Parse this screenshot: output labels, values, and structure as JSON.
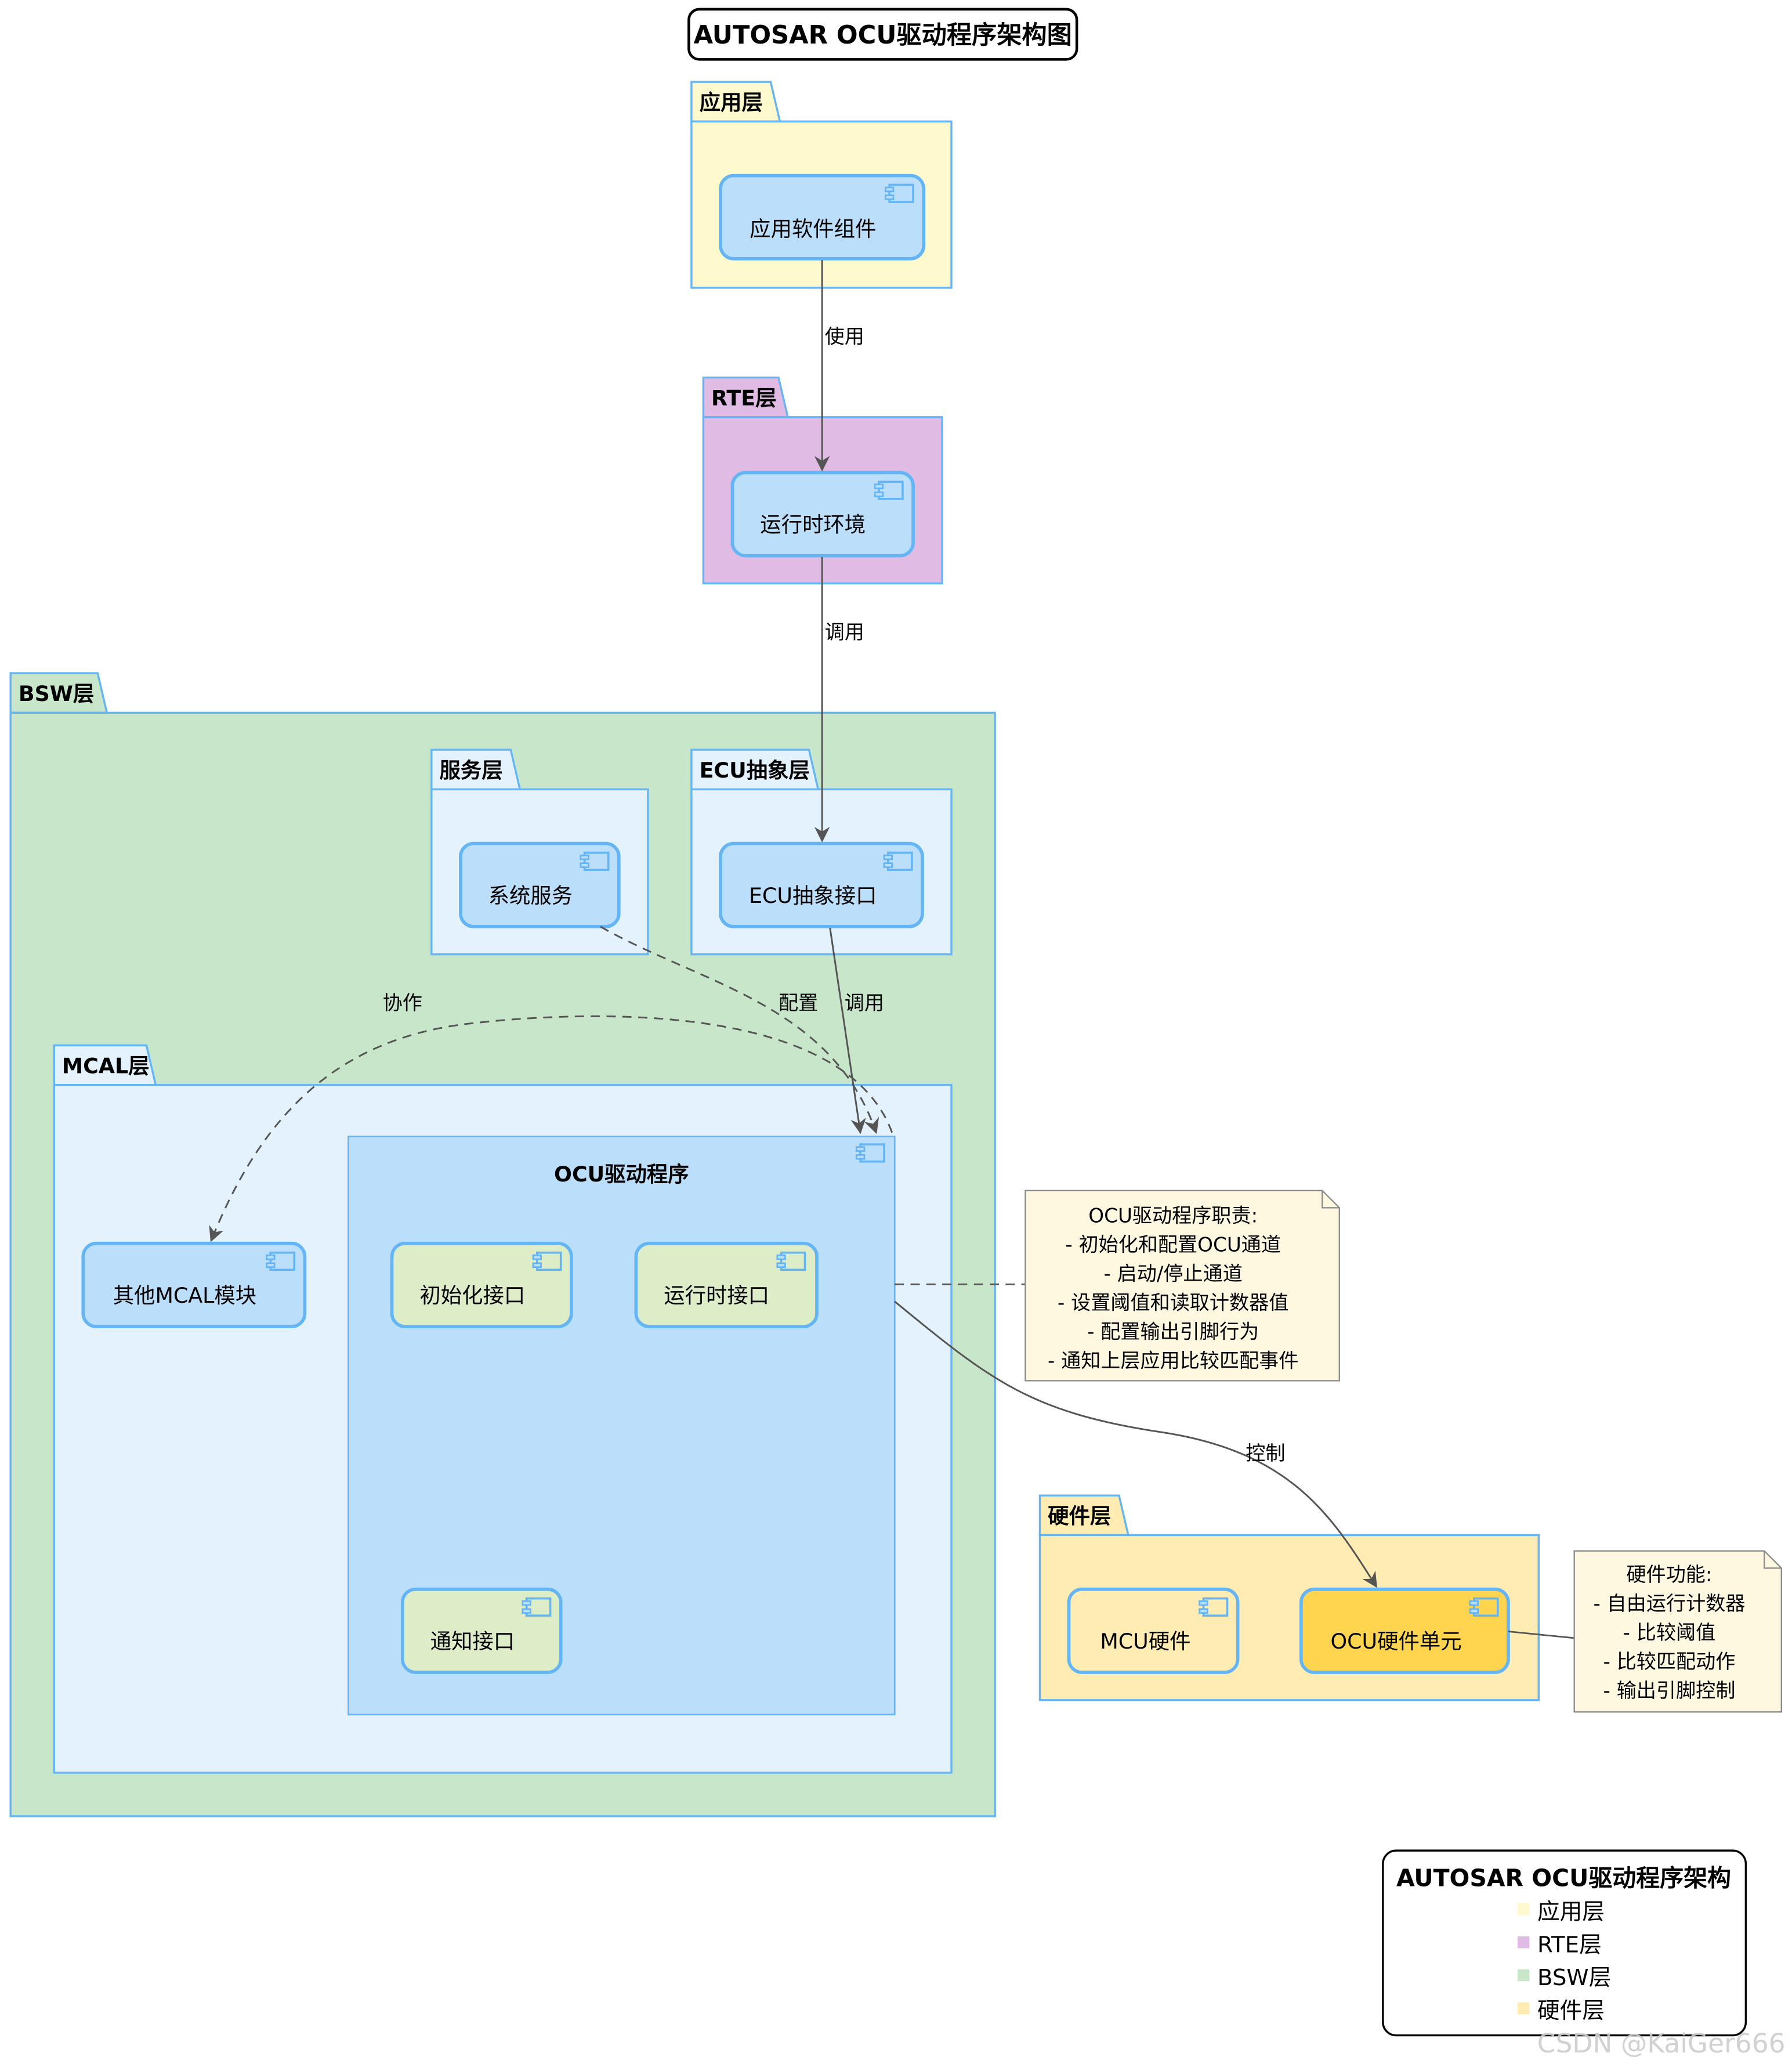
{
  "title": "AUTOSAR OCU驱动程序架构图",
  "colors": {
    "app": "#FFFACD",
    "rte": "#E0BBE4",
    "bsw": "#C8E6C9",
    "light": "#E3F2FD",
    "ocu": "#BBDEFB",
    "component": "#BBDEFB",
    "interface": "#DCEDC8",
    "hw": "#FFECB3",
    "hwUnit": "#FFD54F",
    "border": "#64B5F6",
    "note": "#FFF8E1",
    "arrow": "#555555"
  },
  "packages": {
    "app": "应用层",
    "rte": "RTE层",
    "bsw": "BSW层",
    "service": "服务层",
    "ecu": "ECU抽象层",
    "mcal": "MCAL层",
    "hw": "硬件层"
  },
  "components": {
    "app_sw": "应用软件组件",
    "rte_env": "运行时环境",
    "sys_service": "系统服务",
    "ecu_if": "ECU抽象接口",
    "ocu_driver": "OCU驱动程序",
    "init_if": "初始化接口",
    "runtime_if": "运行时接口",
    "notify_if": "通知接口",
    "other_mcal": "其他MCAL模块",
    "mcu_hw": "MCU硬件",
    "ocu_hw": "OCU硬件单元"
  },
  "edges": {
    "use": "使用",
    "call1": "调用",
    "call2": "调用",
    "config": "配置",
    "coop": "协作",
    "control": "控制"
  },
  "notes": {
    "ocu": [
      "OCU驱动程序职责:",
      "- 初始化和配置OCU通道",
      "- 启动/停止通道",
      "- 设置阈值和读取计数器值",
      "- 配置输出引脚行为",
      "- 通知上层应用比较匹配事件"
    ],
    "hw": [
      "硬件功能:",
      "- 自由运行计数器",
      "- 比较阈值",
      "- 比较匹配动作",
      "- 输出引脚控制"
    ]
  },
  "legend": {
    "title": "AUTOSAR OCU驱动程序架构",
    "items": [
      {
        "label": "应用层",
        "color": "#FFFACD"
      },
      {
        "label": "RTE层",
        "color": "#E0BBE4"
      },
      {
        "label": "BSW层",
        "color": "#C8E6C9"
      },
      {
        "label": "硬件层",
        "color": "#FFECB3"
      }
    ]
  },
  "watermark": "CSDN @KaiGer666"
}
